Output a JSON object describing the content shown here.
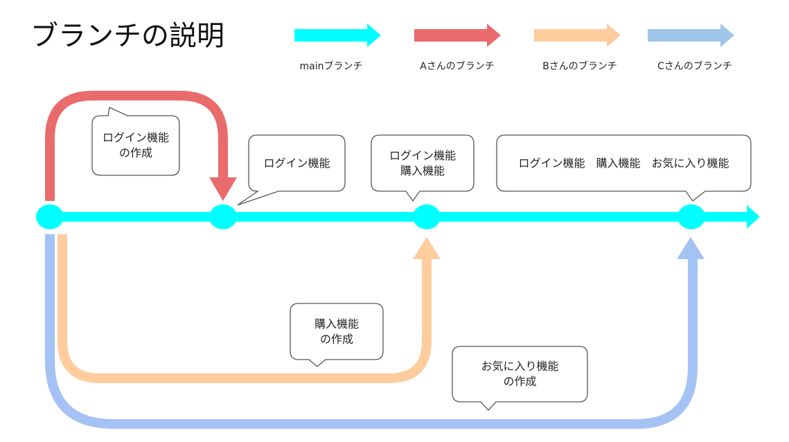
{
  "title": "ブランチの説明",
  "colors": {
    "main": "#00FFFF",
    "a": "#EA6B6B",
    "b": "#FFCC9E",
    "c": "#A4C2F4",
    "c_legend": "#9FC5E8",
    "bubble_border": "#555555"
  },
  "legend": [
    {
      "key": "main",
      "label": "mainブランチ"
    },
    {
      "key": "a",
      "label": "Aさんのブランチ"
    },
    {
      "key": "b",
      "label": "Bさんのブランチ"
    },
    {
      "key": "c",
      "label": "Cさんのブランチ"
    }
  ],
  "callouts": {
    "a_work": "ログイン機能\nの作成",
    "main_1": "ログイン機能",
    "main_2": "ログイン機能\n購入機能",
    "main_3": "ログイン機能　購入機能　お気に入り機能",
    "b_work": "購入機能\nの作成",
    "c_work": "お気に入り機能\nの作成"
  }
}
